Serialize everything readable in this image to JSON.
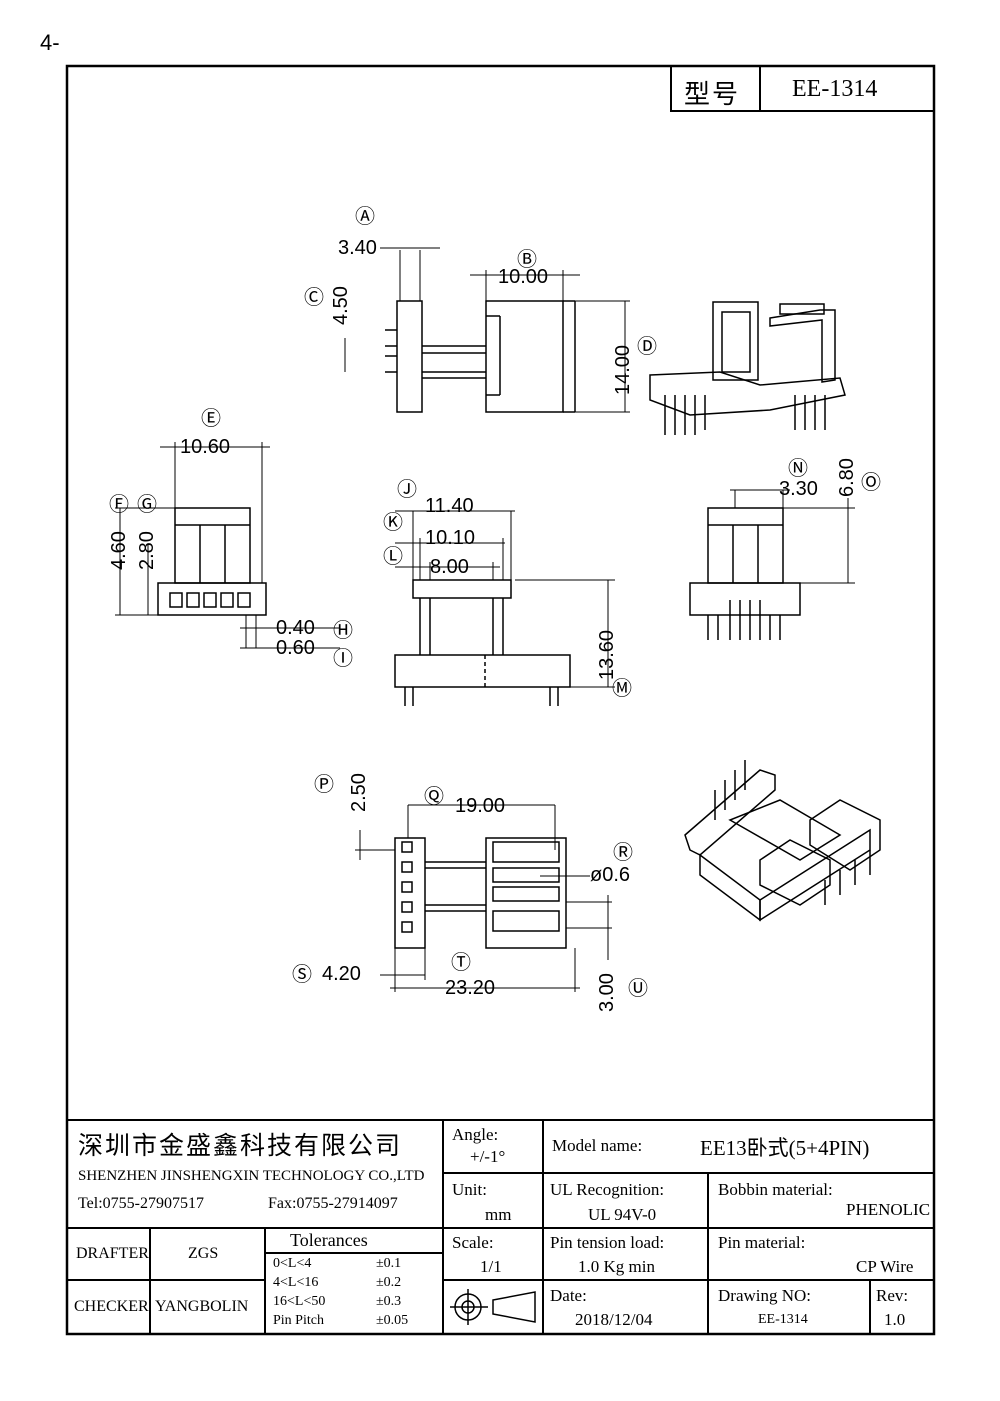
{
  "page_number": "4-",
  "header": {
    "label_cn": "型号",
    "model": "EE-1314"
  },
  "dimensions": [
    {
      "id": "A",
      "value": "3.40"
    },
    {
      "id": "B",
      "value": "10.00"
    },
    {
      "id": "C",
      "value": "4.50"
    },
    {
      "id": "D",
      "value": "14.00"
    },
    {
      "id": "E",
      "value": "10.60"
    },
    {
      "id": "F",
      "value": "4.60"
    },
    {
      "id": "G",
      "value": "2.80"
    },
    {
      "id": "H",
      "value": "0.40"
    },
    {
      "id": "I",
      "value": "0.60"
    },
    {
      "id": "J",
      "value": "11.40"
    },
    {
      "id": "K",
      "value": "10.10"
    },
    {
      "id": "L",
      "value": "8.00"
    },
    {
      "id": "M",
      "value": "13.60"
    },
    {
      "id": "N",
      "value": "3.30"
    },
    {
      "id": "O",
      "value": "6.80"
    },
    {
      "id": "P",
      "value": "2.50"
    },
    {
      "id": "Q",
      "value": "19.00"
    },
    {
      "id": "R",
      "value": "ø0.6"
    },
    {
      "id": "S",
      "value": "4.20"
    },
    {
      "id": "T",
      "value": "23.20"
    },
    {
      "id": "U",
      "value": "3.00"
    }
  ],
  "title_block": {
    "company_cn": "深圳市金盛鑫科技有限公司",
    "company_en": "SHENZHEN JINSHENGXIN TECHNOLOGY CO.,LTD",
    "tel": "Tel:0755-27907517",
    "fax": "Fax:0755-27914097",
    "drafter_label": "DRAFTER",
    "drafter": "ZGS",
    "checker_label": "CHECKER",
    "checker": "YANGBOLIN",
    "tolerances_title": "Tolerances",
    "tolerances": [
      {
        "range": "0<L<4",
        "tol": "±0.1"
      },
      {
        "range": "4<L<16",
        "tol": "±0.2"
      },
      {
        "range": "16<L<50",
        "tol": "±0.3"
      },
      {
        "range": "Pin Pitch",
        "tol": "±0.05"
      }
    ],
    "angle_label": "Angle:",
    "angle": "+/-1°",
    "unit_label": "Unit:",
    "unit": "mm",
    "scale_label": "Scale:",
    "scale": "1/1",
    "model_name_label": "Model name:",
    "model_name": "EE13卧式(5+4PIN)",
    "ul_label": "UL Recognition:",
    "ul": "UL 94V-0",
    "bobbin_label": "Bobbin material:",
    "bobbin": "PHENOLIC",
    "pin_tension_label": "Pin tension load:",
    "pin_tension": "1.0 Kg min",
    "pin_material_label": "Pin material:",
    "pin_material": "CP Wire",
    "date_label": "Date:",
    "date": "2018/12/04",
    "drawing_no_label": "Drawing NO:",
    "drawing_no": "EE-1314",
    "rev_label": "Rev:",
    "rev": "1.0"
  }
}
